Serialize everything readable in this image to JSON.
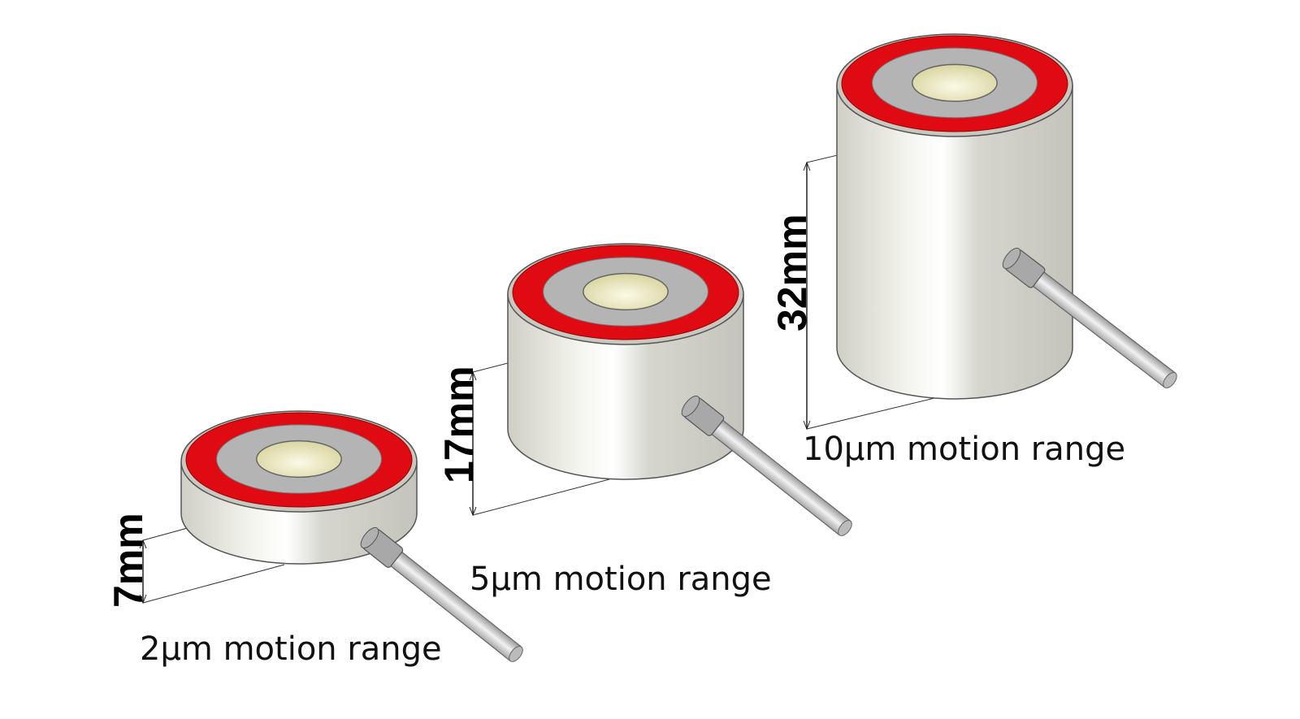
{
  "colors": {
    "red_ring": "#e00a12",
    "grey_face": "#b4b4b4",
    "body": "#dcdcd4",
    "hole": "#eeeac0"
  },
  "actuators": [
    {
      "height_label": "7mm",
      "range_label": "2µm motion range"
    },
    {
      "height_label": "17mm",
      "range_label": "5µm motion range"
    },
    {
      "height_label": "32mm",
      "range_label": "10µm motion range"
    }
  ]
}
